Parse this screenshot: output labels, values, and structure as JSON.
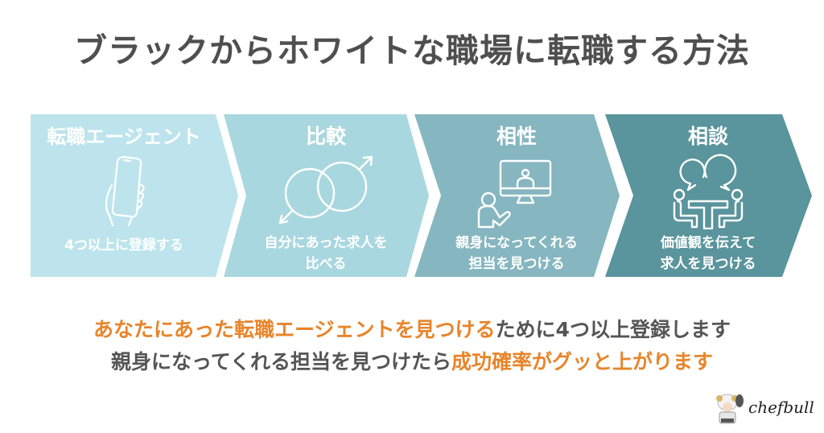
{
  "title": "ブラックからホワイトな職場に転職する方法",
  "colors": {
    "step1": "#bde4ec",
    "step2": "#a9d7df",
    "step3": "#86b6c0",
    "step4": "#5a949c",
    "title_text": "#4f4f4f",
    "body_text": "#555555",
    "highlight": "#e8852b"
  },
  "steps": [
    {
      "heading": "転職エージェント",
      "icon": "smartphone-in-hand-icon",
      "desc_line1": "4つ以上に登録する",
      "desc_line2": ""
    },
    {
      "heading": "比較",
      "icon": "compare-circles-icon",
      "desc_line1": "自分にあった求人を",
      "desc_line2": "比べる"
    },
    {
      "heading": "相性",
      "icon": "online-consultation-icon",
      "desc_line1": "親身になってくれる",
      "desc_line2": "担当を見つける"
    },
    {
      "heading": "相談",
      "icon": "meeting-discussion-icon",
      "desc_line1": "価値観を伝えて",
      "desc_line2": "求人を見つける"
    }
  ],
  "message": {
    "line1_highlight": "あなたにあった転職エージェントを見つける",
    "line1_rest": "ために4つ以上登録します",
    "line2_plain": "親身になってくれる担当を見つけたら",
    "line2_highlight": "成功確率がグッと上がります"
  },
  "logo": {
    "text": "chefbull"
  }
}
